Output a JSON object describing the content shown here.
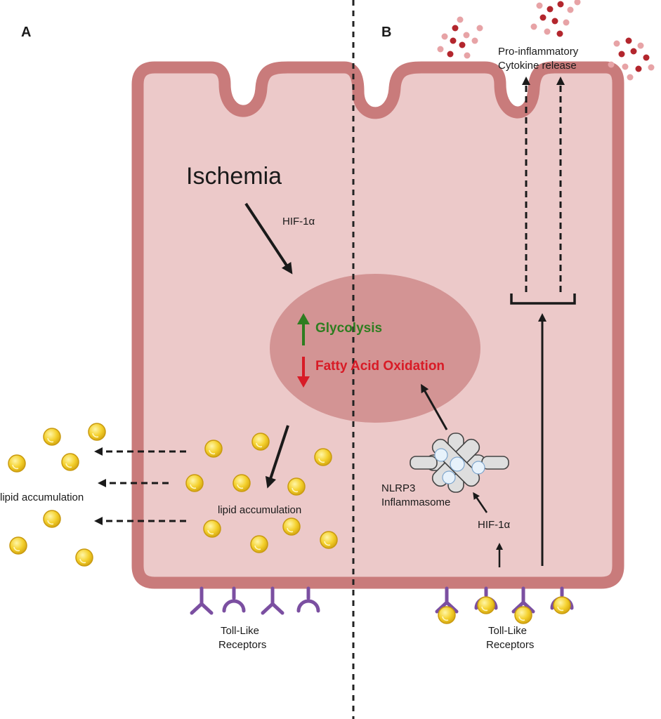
{
  "panels": {
    "a": "A",
    "b": "B"
  },
  "labels": {
    "ischemia": "Ischemia",
    "hif_a": "HIF-1α",
    "glycolysis": "Glycolysis",
    "fatty_acid_oxidation": "Fatty Acid Oxidation",
    "lipid_inside": "lipid accumulation",
    "lipid_outside": "lipid accumulation",
    "tlr_a_line1": "Toll-Like",
    "tlr_a_line2": "Receptors",
    "nlrp3_line1": "NLRP3",
    "nlrp3_line2": "Inflammasome",
    "hif_b": "HIF-1α",
    "tlr_b_line1": "Toll-Like",
    "tlr_b_line2": "Receptors",
    "cytokine_line1": "Pro-inflammatory",
    "cytokine_line2": "Cytokine release"
  },
  "colors": {
    "cell_fill": "#ecc9c9",
    "cell_border": "#c97b7b",
    "nucleus": "#d39494",
    "lipid": "#f4d02c",
    "receptor": "#7b4fa1",
    "glycolysis": "#2e7d20",
    "fatty_acid_oxidation": "#d81b26",
    "cytokine_dark": "#b3262d",
    "cytokine_light": "#e7a3a6"
  },
  "icons": {
    "up_arrow": "up-arrow-icon",
    "down_arrow": "down-arrow-icon",
    "receptor_y": "y-receptor-icon",
    "receptor_cup": "cup-receptor-icon",
    "lipid": "lipid-droplet-icon",
    "inflammasome": "inflammasome-icon"
  }
}
